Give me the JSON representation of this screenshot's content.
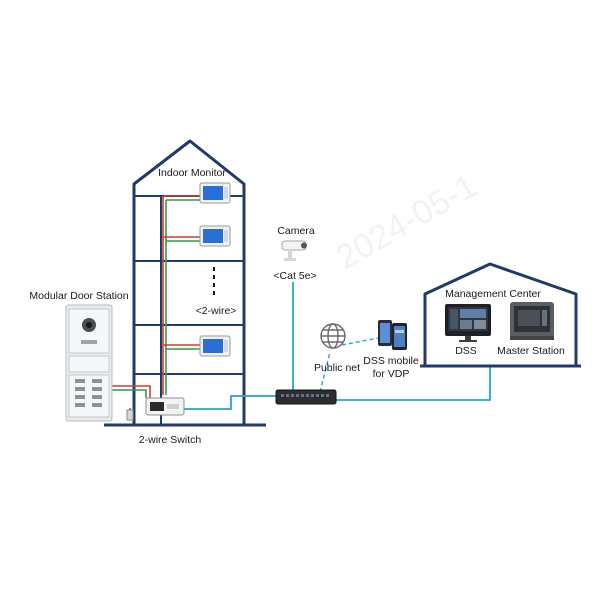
{
  "diagram": {
    "building_label": "Indoor Monitor",
    "door_station_label": "Modular Door Station",
    "switch_label": "2-wire Switch",
    "two_wire_label": "<2-wire>",
    "camera_label": "Camera",
    "cat5e_label": "<Cat 5e>",
    "public_net_label": "Public net",
    "mobile_label_line1": "DSS mobile",
    "mobile_label_line2": "for VDP",
    "management_label": "Management Center",
    "dss_label": "DSS",
    "master_station_label": "Master Station",
    "watermark": "2024-05-1",
    "colors": {
      "building_outline": "#1f3a6b",
      "network_cable": "#2aa5c8",
      "wire_red": "#d23a2a",
      "wire_green": "#2f9a4a",
      "monitor_screen": "#2a6fd6"
    }
  }
}
